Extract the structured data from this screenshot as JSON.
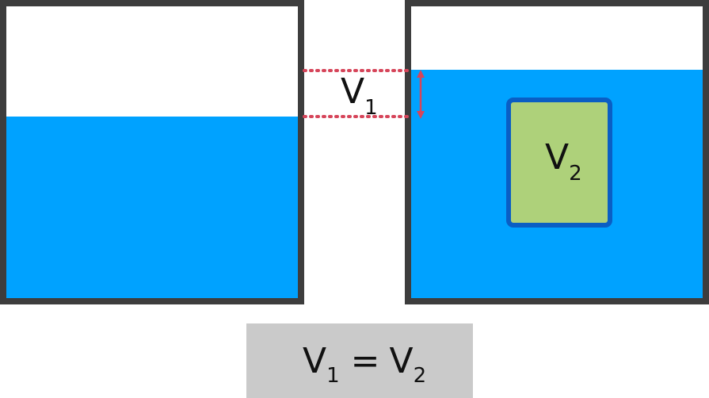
{
  "colors": {
    "container_border": "#3d3d3d",
    "water": "#00a2ff",
    "object_fill": "#aed17a",
    "object_border": "#0a5ec4",
    "measure_line": "#d6455a",
    "equation_box": "#cacaca",
    "text": "#111111"
  },
  "labels": {
    "displaced_volume": {
      "main": "V",
      "sub": "1"
    },
    "object_volume": {
      "main": "V",
      "sub": "2"
    }
  },
  "equation": {
    "left_main": "V",
    "left_sub": "1",
    "operator": "=",
    "right_main": "V",
    "right_sub": "2"
  }
}
